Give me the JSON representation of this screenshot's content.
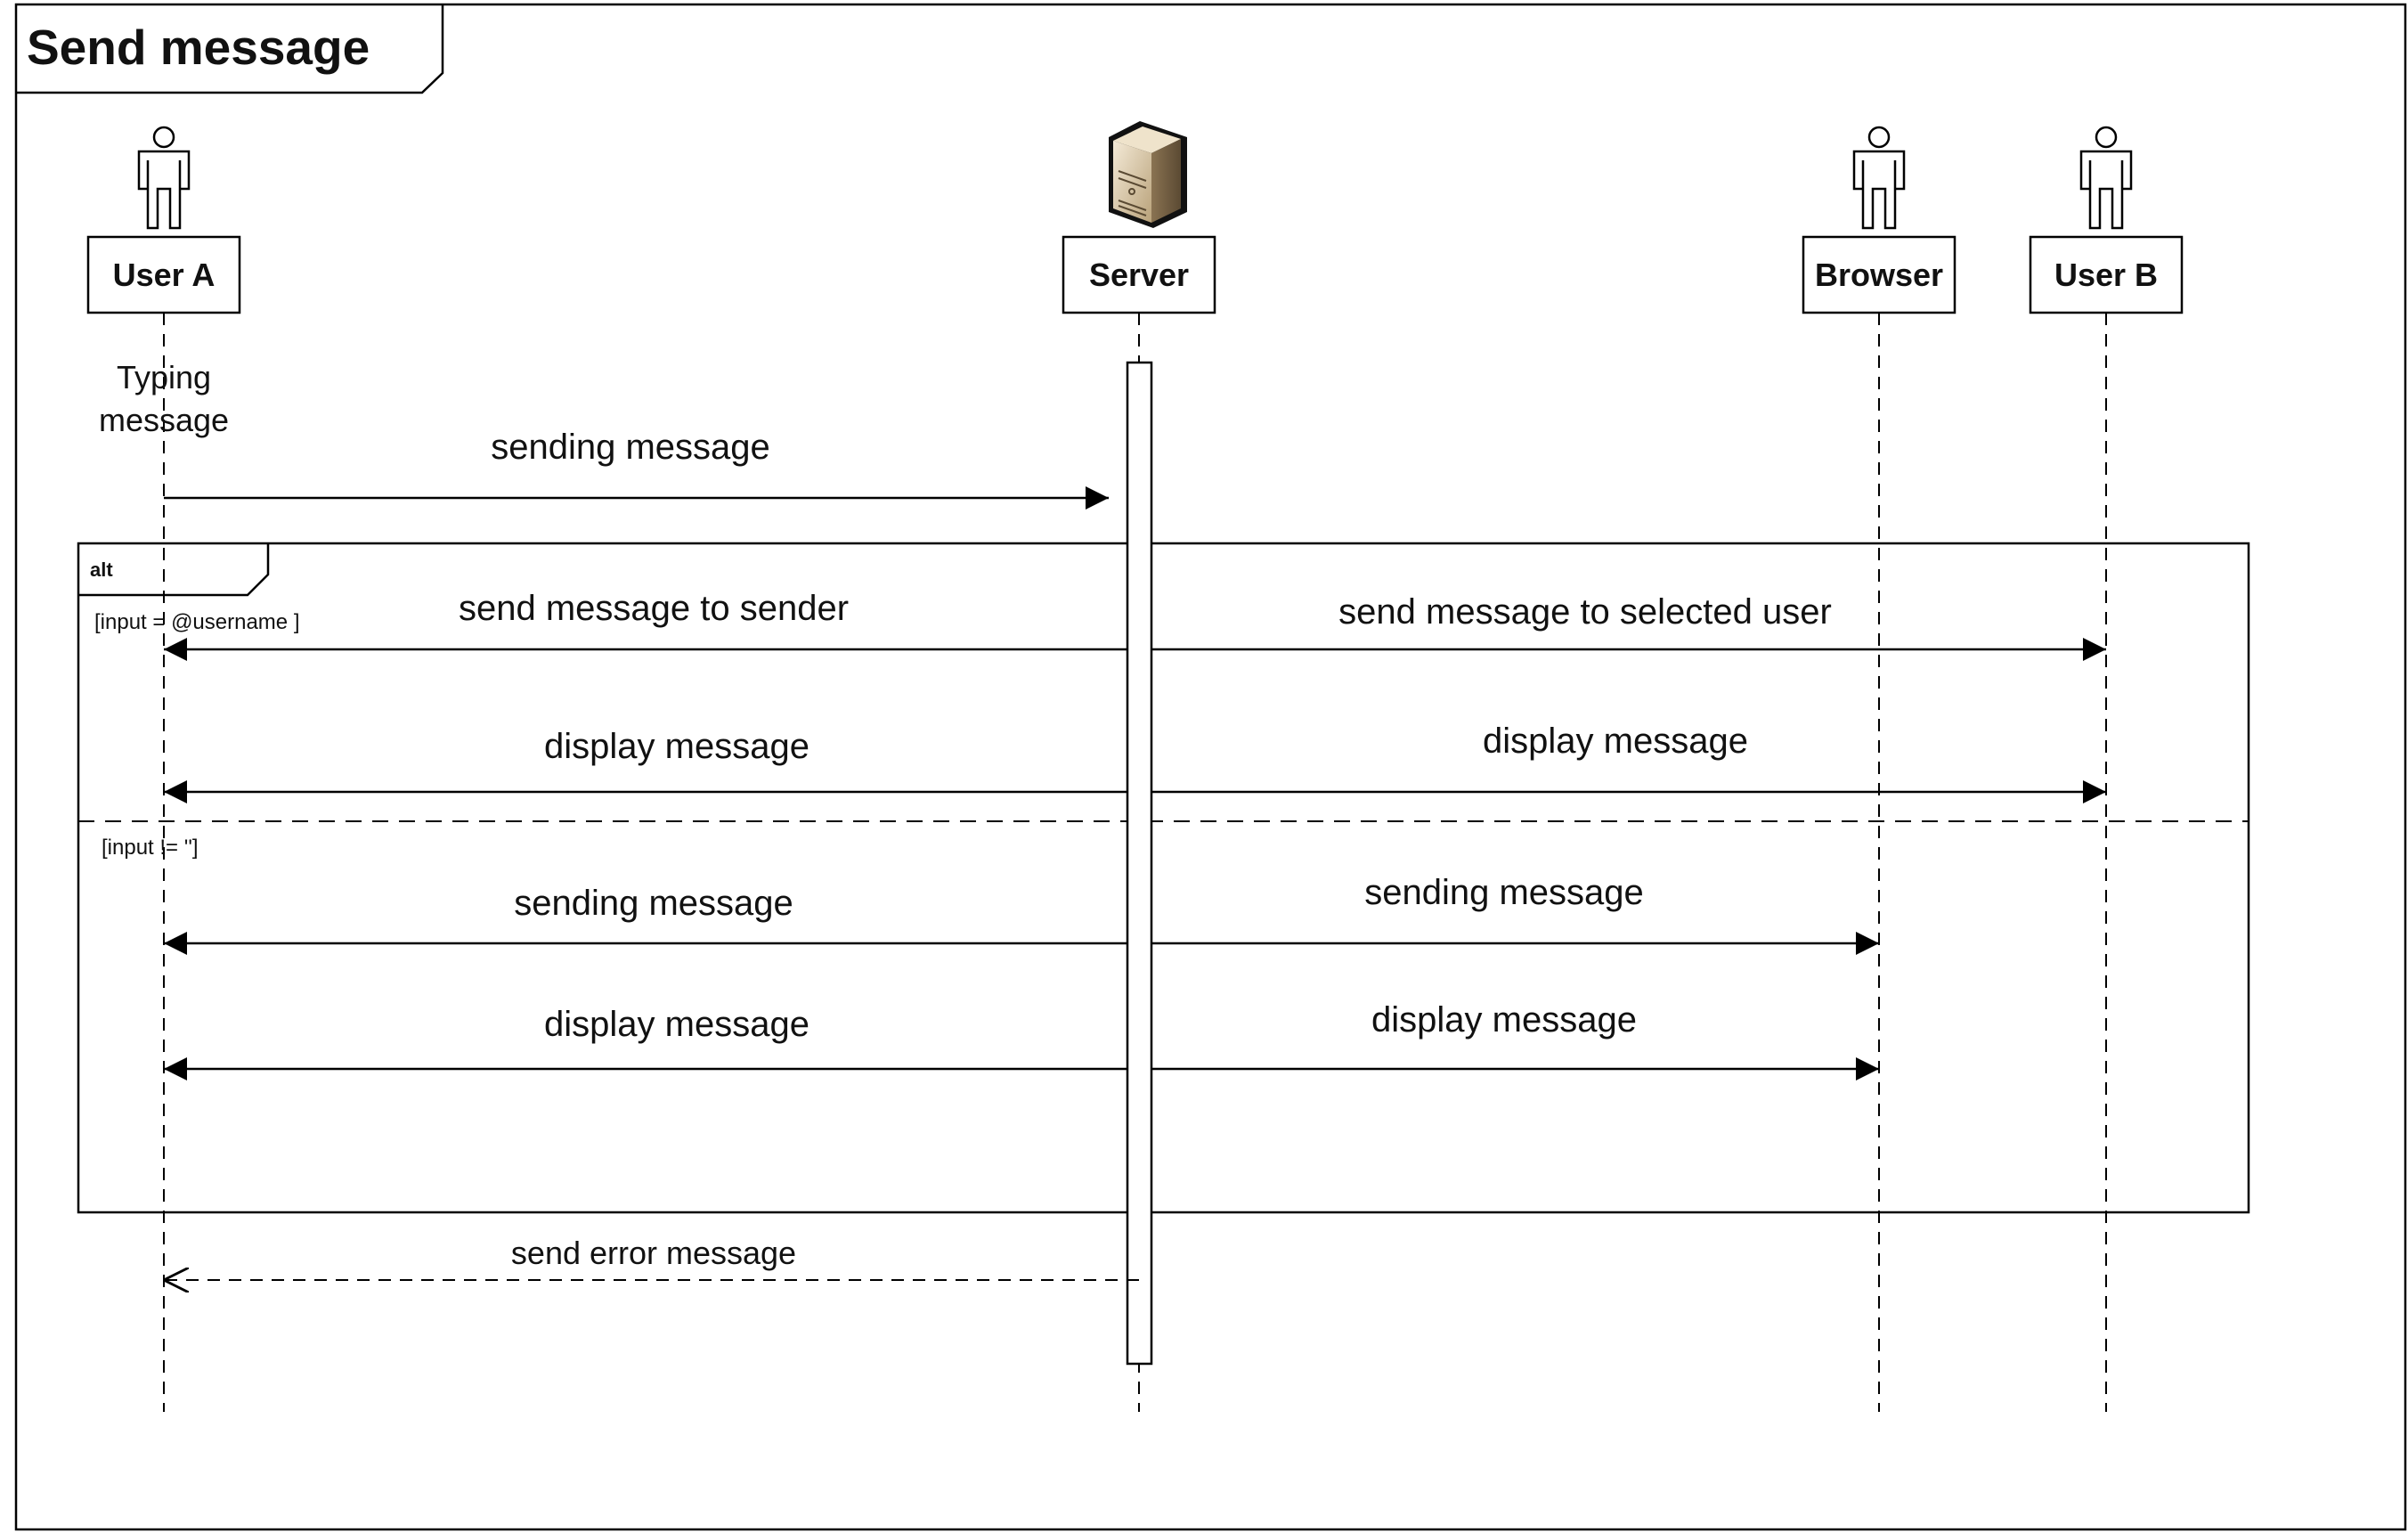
{
  "frame": {
    "title": "Send message"
  },
  "lifelines": [
    {
      "id": "user_a",
      "label": "User A",
      "icon": "actor-icon"
    },
    {
      "id": "server",
      "label": "Server",
      "icon": "server-icon"
    },
    {
      "id": "browser",
      "label": "Browser",
      "icon": "actor-icon"
    },
    {
      "id": "user_b",
      "label": "User B",
      "icon": "actor-icon"
    }
  ],
  "notes": {
    "typing_line1": "Typing",
    "typing_line2": "message"
  },
  "fragment": {
    "operator": "alt",
    "guard_1": "[input = @username ]",
    "guard_2": "[input != '']"
  },
  "messages": {
    "sending_message": "sending message",
    "send_to_sender": "send message to sender",
    "send_to_selected_user": "send message to selected user",
    "display_message_a1": "display message",
    "display_message_b1": "display message",
    "sending_message_a2": "sending message",
    "sending_message_browser": "sending message",
    "display_message_a2": "display message",
    "display_message_browser": "display message",
    "send_error_message": "send error message"
  }
}
